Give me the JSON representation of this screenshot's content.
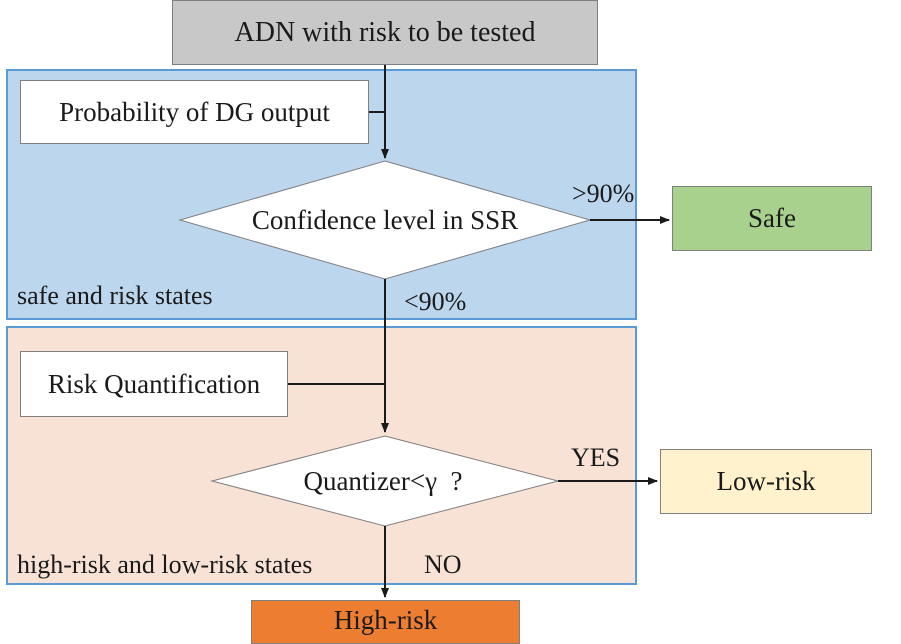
{
  "nodes": {
    "start": "ADN with risk to be tested",
    "dg_output": "Probability of DG output",
    "confidence": "Confidence level in SSR",
    "risk_quant": "Risk Quantification",
    "quantizer": "Quantizer<γ  ?",
    "safe": "Safe",
    "low_risk": "Low-risk",
    "high_risk": "High-risk"
  },
  "regions": {
    "top": "safe and risk states",
    "bottom": "high-risk and low-risk states"
  },
  "edges": {
    "gt90": ">90%",
    "lt90": "<90%",
    "yes": "YES",
    "no": "NO"
  },
  "colors": {
    "region_top_fill": "#bcd6ee",
    "region_bottom_fill": "#f8e2d6",
    "region_border": "#5b9bd5",
    "start_fill": "#c8c8c8",
    "safe_fill": "#a9d18e",
    "low_risk_fill": "#fff2cc",
    "high_risk_fill": "#ed7d31"
  }
}
